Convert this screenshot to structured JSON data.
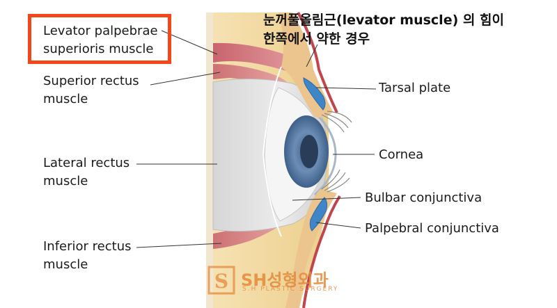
{
  "annotation": {
    "line1": "눈꺼풀올림근(levator muscle) 의 힘이",
    "line2": "한쪽에서 약한 경우",
    "highlight_color": "#f2471c"
  },
  "labels": {
    "levator": [
      "Levator palpebrae",
      "superioris muscle"
    ],
    "superior_rectus": [
      "Superior rectus",
      "muscle"
    ],
    "lateral_rectus": [
      "Lateral rectus",
      "muscle"
    ],
    "inferior_rectus": [
      "Inferior rectus",
      "muscle"
    ],
    "tarsal_plate": "Tarsal plate",
    "cornea": "Cornea",
    "bulbar_conjunctiva": "Bulbar conjunctiva",
    "palpebral_conjunctiva": "Palpebral conjunctiva"
  },
  "watermark": {
    "brand": "SH성형외과",
    "subtitle": "S.H PLASTIC SURGERY",
    "color": "#e58a3a"
  },
  "colors": {
    "fat": "#f3d9a0",
    "muscle": "#d9848a",
    "eye_white": "#e4e4e4",
    "iris": "#5f7fa6",
    "conjunctiva": "#3f86c9",
    "skin_line": "#c0454d"
  }
}
